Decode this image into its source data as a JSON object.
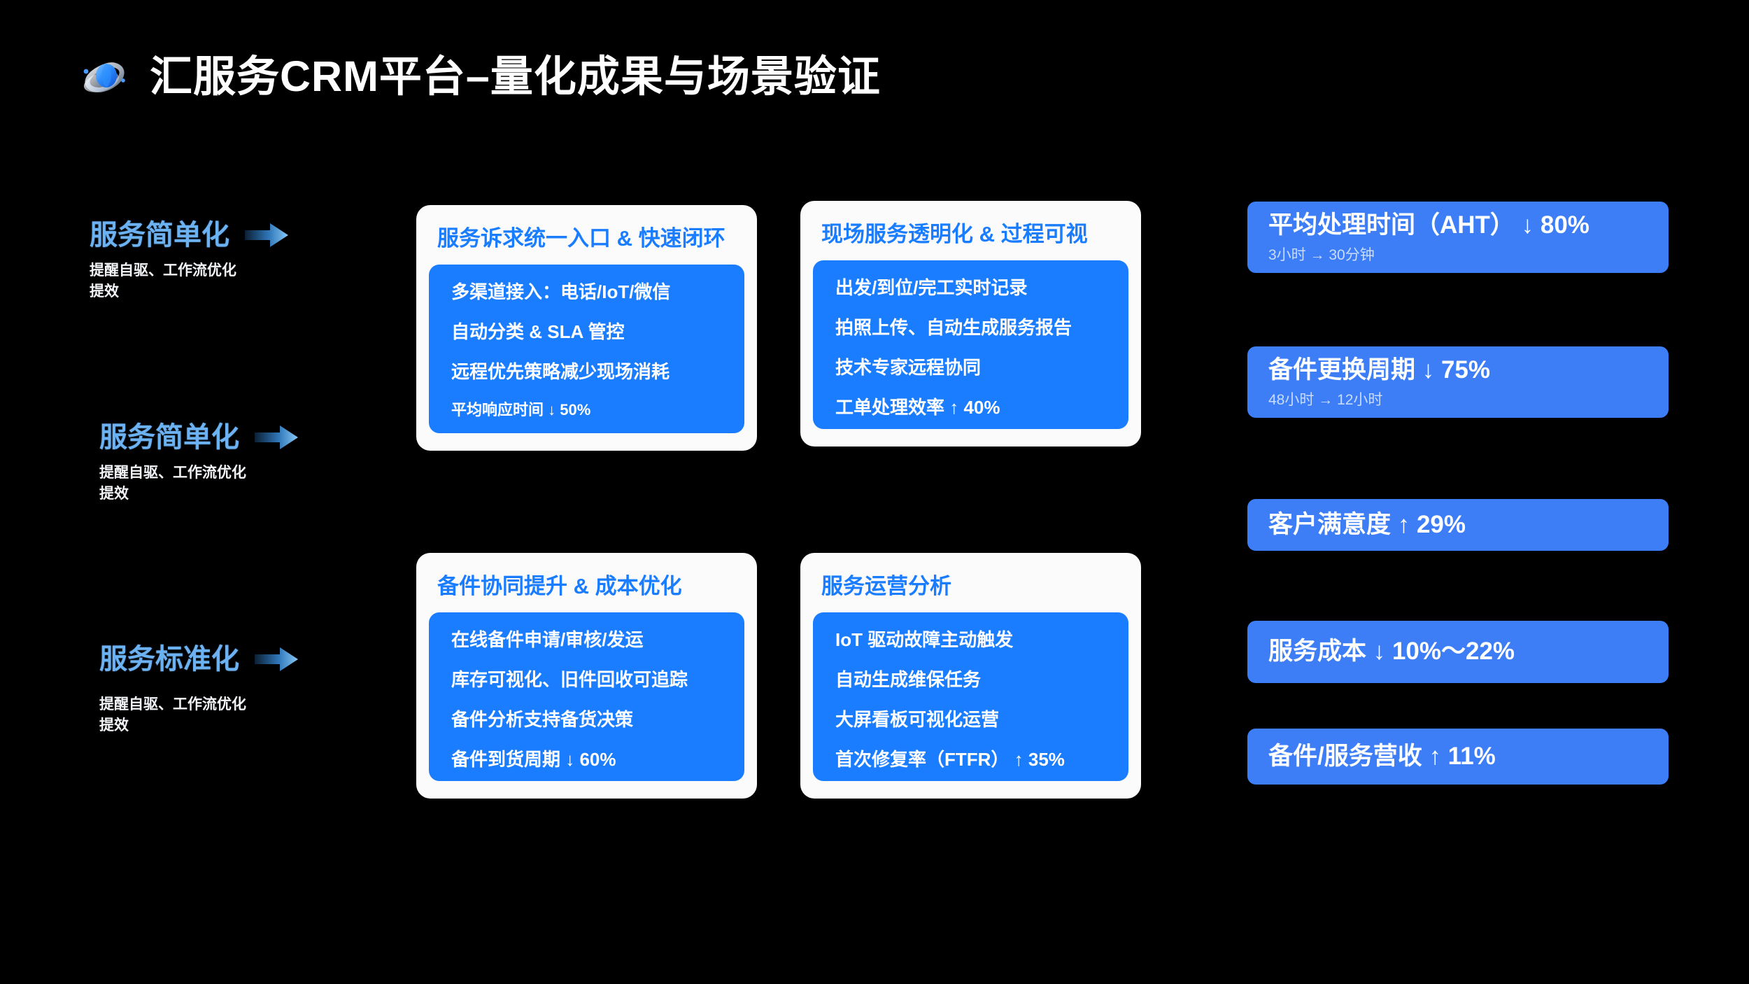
{
  "header": {
    "title": "汇服务CRM平台–量化成果与场景验证",
    "logo_name": "planet-ring-logo"
  },
  "colors": {
    "background": "#000000",
    "card_bg": "#fbfbfb",
    "panel_blue": "#1a7dff",
    "kpi_blue": "#3d7ef7",
    "card_title_blue": "#1a7dff",
    "pillar_title_blue": "#6cb2f2",
    "kpi_sub_text": "#c9dcfd",
    "title_white": "#ffffff"
  },
  "pillars": [
    {
      "title": "服务简单化",
      "subtitle": "提醒自驱、工作流优化提效",
      "arrow_icon": "arrow-right-icon"
    },
    {
      "title": "服务简单化",
      "subtitle": "提醒自驱、工作流优化提效",
      "arrow_icon": "arrow-right-icon"
    },
    {
      "title": "服务标准化",
      "subtitle": "提醒自驱、工作流优化提效",
      "arrow_icon": "arrow-right-icon"
    }
  ],
  "cards": [
    {
      "title": "服务诉求统一入口 & 快速闭环",
      "lines": [
        "多渠道接入：电话/IoT/微信",
        "自动分类 & SLA 管控",
        "远程优先策略减少现场消耗",
        "平均响应时间 ↓ 50%"
      ],
      "last_line_small": true
    },
    {
      "title": "现场服务透明化 & 过程可视",
      "lines": [
        "出发/到位/完工实时记录",
        "拍照上传、自动生成服务报告",
        "技术专家远程协同",
        "工单处理效率 ↑ 40%"
      ],
      "last_line_small": false
    },
    {
      "title": "备件协同提升 & 成本优化",
      "lines": [
        "在线备件申请/审核/发运",
        "库存可视化、旧件回收可追踪",
        "备件分析支持备货决策",
        "备件到货周期 ↓ 60%"
      ],
      "last_line_small": false
    },
    {
      "title": "服务运营分析",
      "lines": [
        "IoT 驱动故障主动触发",
        "自动生成维保任务",
        "大屏看板可视化运营",
        "首次修复率（FTFR） ↑ 35%"
      ],
      "last_line_small": false
    }
  ],
  "kpis": [
    {
      "label": "平均处理时间（AHT） ↓ 80%",
      "sub": "3小时 → 30分钟"
    },
    {
      "label": "备件更换周期 ↓ 75%",
      "sub": "48小时 → 12小时"
    },
    {
      "label": "客户满意度 ↑ 29%",
      "sub": ""
    },
    {
      "label": "服务成本 ↓ 10%～22%",
      "sub": ""
    },
    {
      "label": "备件/服务营收 ↑ 11%",
      "sub": ""
    }
  ]
}
